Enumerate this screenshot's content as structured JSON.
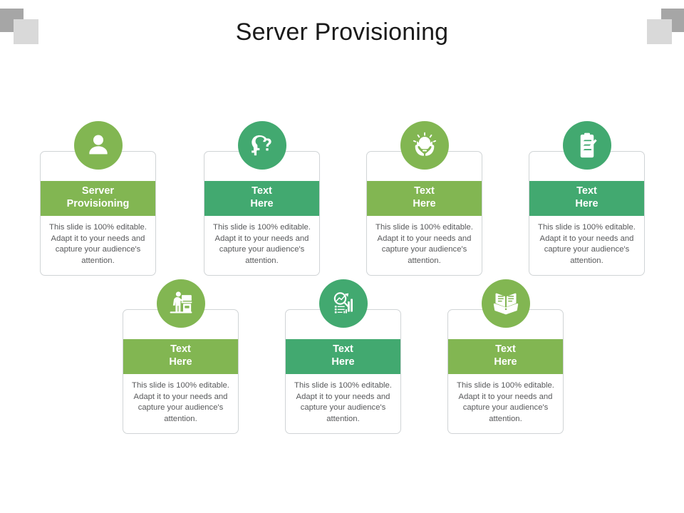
{
  "slide": {
    "title": "Server Provisioning",
    "background": "#ffffff"
  },
  "colors": {
    "green_light": "#82b652",
    "green_teal": "#42a970",
    "card_border": "#d0d4d6",
    "body_text": "#58595b",
    "title_text": "#1a1a1a",
    "deco_dark": "#a6a6a6",
    "deco_light": "#d9d9d9"
  },
  "decorations": [
    {
      "name": "top-left-dark-square",
      "color": "#a6a6a6"
    },
    {
      "name": "top-left-light-square",
      "color": "#d9d9d9"
    },
    {
      "name": "top-right-dark-square",
      "color": "#a6a6a6"
    },
    {
      "name": "top-right-light-square",
      "color": "#d9d9d9"
    }
  ],
  "body_text": "This slide is 100% editable. Adapt it to your needs and capture your audience's attention.",
  "cards": [
    {
      "id": 1,
      "heading_line1": "Server",
      "heading_line2": "Provisioning",
      "icon": "user-avatar-icon",
      "accent": "#82b652",
      "accent_name": "green_light",
      "body": "This slide is 100% editable. Adapt it to your needs and capture your audience's attention."
    },
    {
      "id": 2,
      "heading_line1": "Text",
      "heading_line2": "Here",
      "icon": "head-question-mark-icon",
      "accent": "#42a970",
      "accent_name": "green_teal",
      "body": "This slide is 100% editable. Adapt it to your needs and capture your audience's attention."
    },
    {
      "id": 3,
      "heading_line1": "Text",
      "heading_line2": "Here",
      "icon": "lightbulb-in-hands-icon",
      "accent": "#82b652",
      "accent_name": "green_light",
      "body": "This slide is 100% editable. Adapt it to your needs and capture your audience's attention."
    },
    {
      "id": 4,
      "heading_line1": "Text",
      "heading_line2": "Here",
      "icon": "clipboard-checklist-icon",
      "accent": "#42a970",
      "accent_name": "green_teal",
      "body": "This slide is 100% editable. Adapt it to your needs and capture your audience's attention."
    },
    {
      "id": 5,
      "heading_line1": "Text",
      "heading_line2": "Here",
      "icon": "person-at-desk-icon",
      "accent": "#82b652",
      "accent_name": "green_light",
      "body": "This slide is 100% editable. Adapt it to your needs and capture your audience's attention."
    },
    {
      "id": 6,
      "heading_line1": "Text",
      "heading_line2": "Here",
      "icon": "magnifier-bar-chart-icon",
      "accent": "#42a970",
      "accent_name": "green_teal",
      "body": "This slide is 100% editable. Adapt it to your needs and capture your audience's attention."
    },
    {
      "id": 7,
      "heading_line1": "Text",
      "heading_line2": "Here",
      "icon": "open-book-icon",
      "accent": "#82b652",
      "accent_name": "green_light",
      "body": "This slide is 100% editable. Adapt it to your needs and capture your audience's attention."
    }
  ]
}
